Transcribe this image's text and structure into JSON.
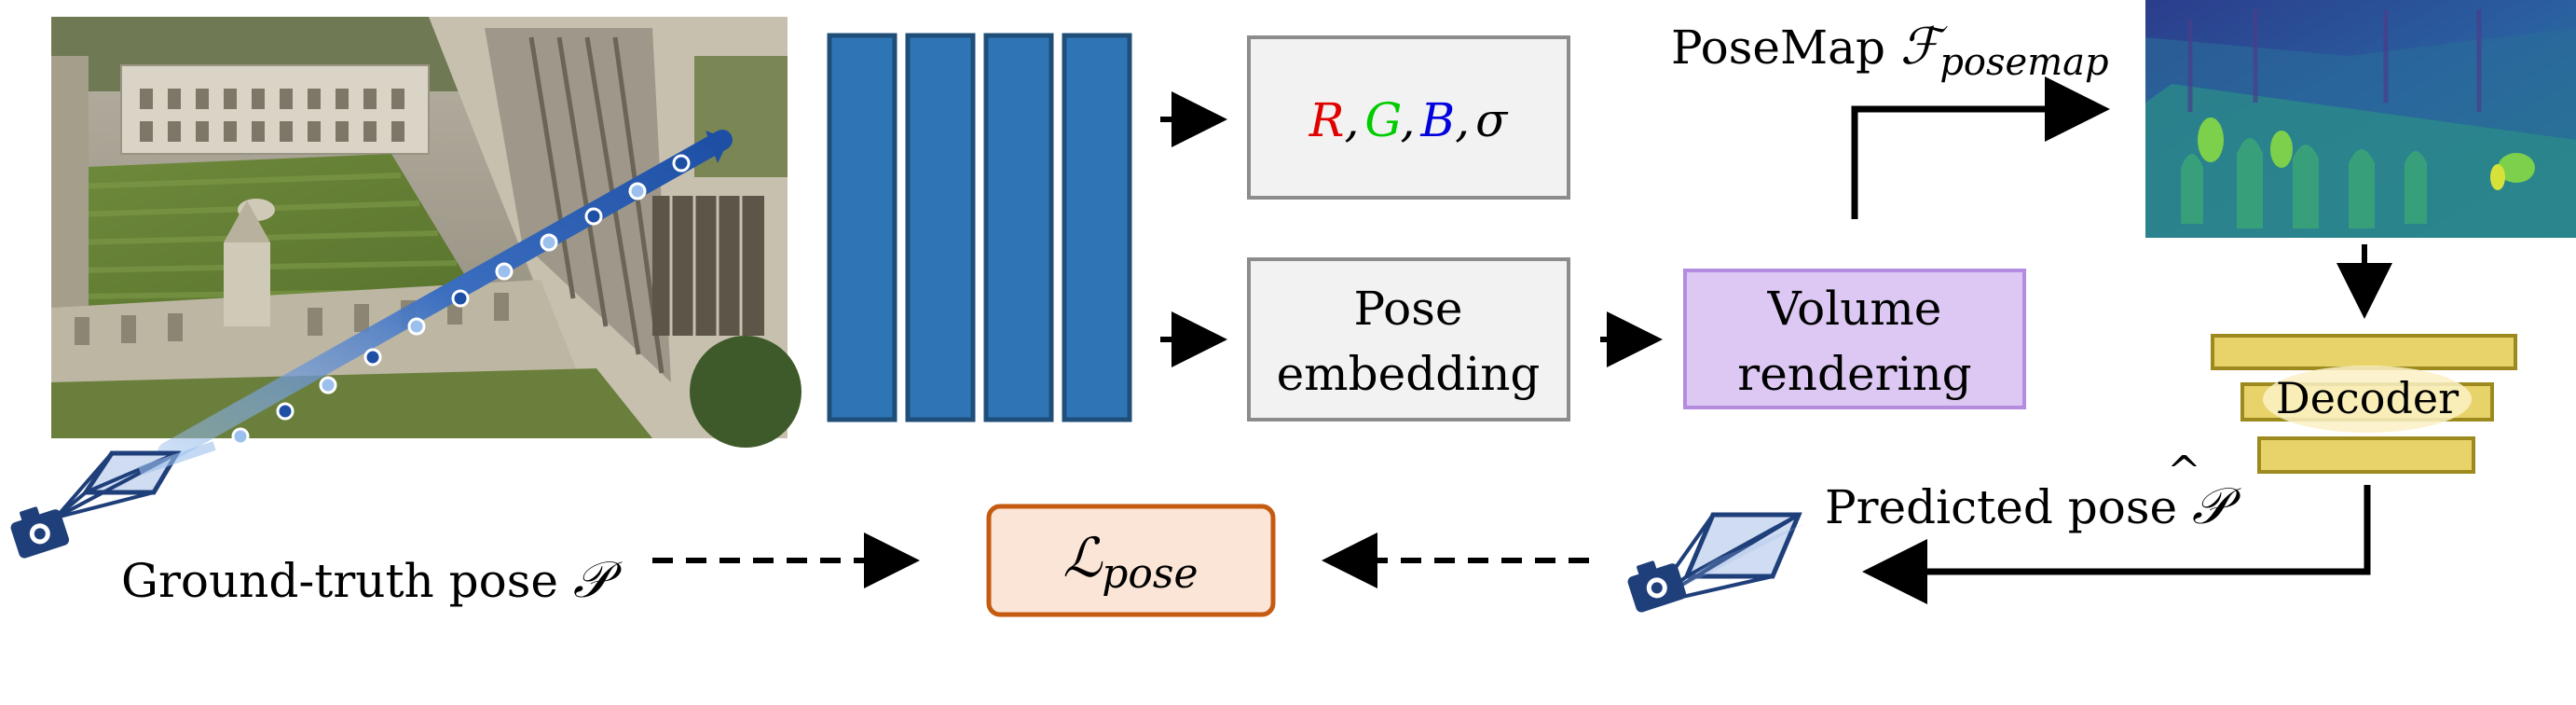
{
  "diagram": {
    "posemap_label": {
      "text": "PoseMap ",
      "symbol": "ℱ",
      "subscript": "posemap"
    },
    "rgb_box": {
      "r": "R",
      "g": "G",
      "b": "B",
      "sigma": "σ",
      "sep": ","
    },
    "pose_embedding": {
      "line1": "Pose",
      "line2": "embedding"
    },
    "volume_rendering": {
      "line1": "Volume",
      "line2": "rendering"
    },
    "decoder": "Decoder",
    "predicted_pose": {
      "text": "Predicted pose ",
      "symbol": "𝒫",
      "hat": "^"
    },
    "ground_truth_pose": {
      "text": "Ground-truth pose ",
      "symbol": "𝒫"
    },
    "loss": {
      "symbol": "ℒ",
      "subscript": "pose"
    }
  },
  "colors": {
    "encoder_blue": "#2e75b6",
    "encoder_border": "#1f4e79",
    "box_gray_fill": "#f2f2f2",
    "box_gray_border": "#8c8c8c",
    "volume_fill": "#dcc8f2",
    "volume_border": "#b38ce0",
    "decoder_fill": "#e8d36a",
    "decoder_border": "#9c8a1e",
    "loss_fill": "#fbe5d6",
    "loss_border": "#c55a11",
    "red": "#e00000",
    "green": "#00cc00",
    "blue": "#0000dd",
    "camera_blue": "#1f3f7a"
  },
  "icons": [
    "camera-icon",
    "camera-frustum-icon"
  ]
}
